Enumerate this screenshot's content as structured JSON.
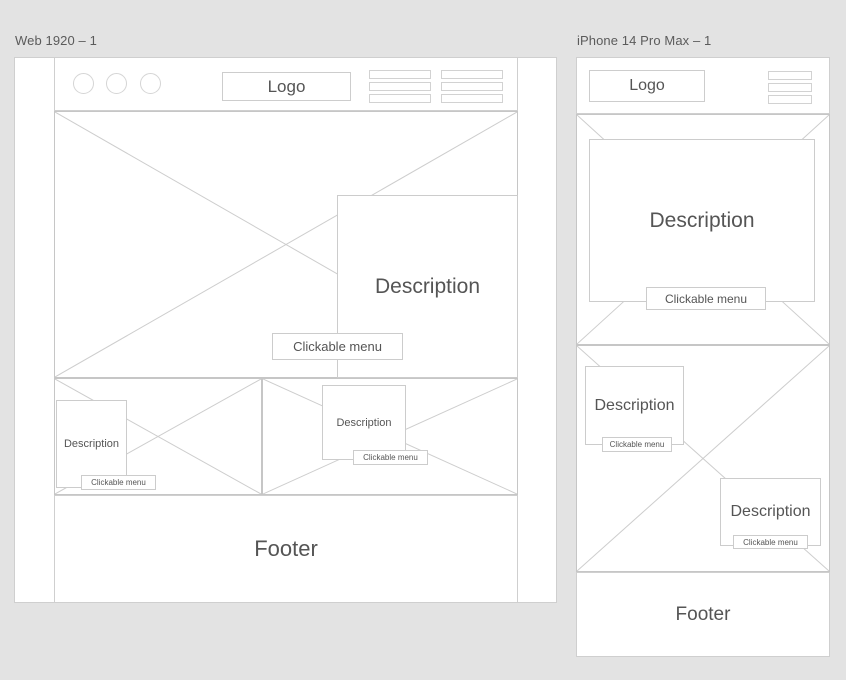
{
  "frames": {
    "web": {
      "label": "Web 1920 – 1",
      "header": {
        "logo_label": "Logo",
        "window_dots": [
          "dot-1",
          "dot-2",
          "dot-3"
        ],
        "menu_columns": [
          [
            "menu-bar-1",
            "menu-bar-2",
            "menu-bar-3"
          ],
          [
            "menu-bar-4",
            "menu-bar-5",
            "menu-bar-6"
          ]
        ]
      },
      "hero": {
        "placeholder_name": "hero-image-placeholder",
        "description_label": "Description",
        "button_label": "Clickable menu"
      },
      "mid": {
        "left_card": {
          "description_label": "Description",
          "button_label": "Clickable menu"
        },
        "right_card": {
          "description_label": "Description",
          "button_label": "Clickable menu"
        }
      },
      "footer": {
        "label": "Footer"
      }
    },
    "phone": {
      "label": "iPhone 14 Pro Max – 1",
      "header": {
        "logo_label": "Logo",
        "menu_bars": [
          "menu-bar-1",
          "menu-bar-2",
          "menu-bar-3"
        ]
      },
      "hero": {
        "description_label": "Description",
        "button_label": "Clickable menu"
      },
      "mid": {
        "top_card": {
          "description_label": "Description",
          "button_label": "Clickable menu"
        },
        "bottom_card": {
          "description_label": "Description",
          "button_label": "Clickable menu"
        }
      },
      "footer": {
        "label": "Footer"
      }
    }
  },
  "colors": {
    "page_background": "#e3e3e3",
    "surface": "#ffffff",
    "stroke": "#cccccc",
    "text": "#555555",
    "label_text": "#5b5b5b"
  }
}
